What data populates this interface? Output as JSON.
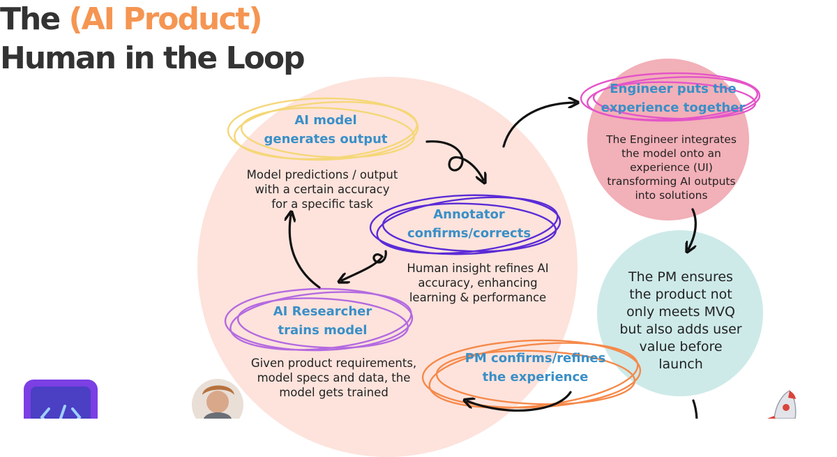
{
  "title": {
    "prefix": "The ",
    "accent": "(AI Product)",
    "line2": "Human in the Loop"
  },
  "steps": {
    "ai_model": {
      "title1": "AI model",
      "title2": "generates output",
      "desc": [
        "Model predictions / output",
        "with a certain accuracy",
        "for a specific task"
      ]
    },
    "annotator": {
      "title1": "Annotator",
      "title2": "confirms/corrects",
      "desc": [
        "Human insight refines AI",
        "accuracy, enhancing",
        "learning & performance"
      ]
    },
    "researcher": {
      "title1": "AI Researcher",
      "title2": "trains model",
      "desc": [
        "Given product requirements,",
        "model specs and data, the",
        "model gets trained"
      ]
    },
    "engineer": {
      "title1": "Engineer puts the",
      "title2": "experience together",
      "desc": [
        "The Engineer integrates",
        "the model onto an",
        "experience (UI)",
        "transforming AI outputs",
        "into solutions"
      ]
    },
    "pm_refine": {
      "title1": "PM confirms/refines",
      "title2": "the experience"
    },
    "pm_ensure": {
      "desc": [
        "The PM ensures",
        "the product not",
        "only meets MVQ",
        "but also adds user",
        "value before",
        "launch"
      ]
    }
  },
  "icons": {
    "code": "code-icon",
    "avatar": "avatar",
    "rocket": "rocket-icon"
  },
  "colors": {
    "title_dark": "#333333",
    "title_accent": "#f59552",
    "step_title": "#3a8fc7",
    "big_circle": "#fde3dc",
    "engineer_circle": "#f2b0b8",
    "pm_circle": "#cdeae9",
    "scribble_yellow": "#f5d778",
    "scribble_purple": "#5b2bd6",
    "scribble_violet": "#b46ae0",
    "scribble_pink": "#e455c8",
    "scribble_orange": "#f5894a"
  }
}
